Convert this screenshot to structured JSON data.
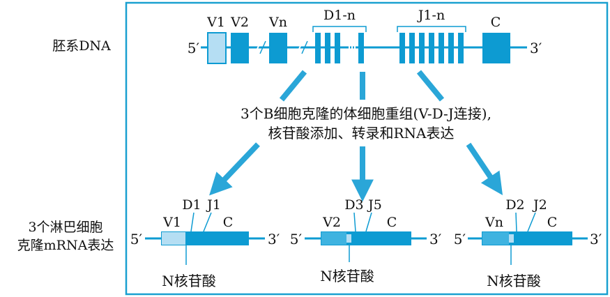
{
  "left_labels": {
    "germline": "胚系DNA",
    "mrna_line1": "3个淋巴细胞",
    "mrna_line2": "克隆mRNA表达"
  },
  "germline": {
    "five_prime": "5′",
    "three_prime": "3′",
    "v1": "V1",
    "v2": "V2",
    "vn": "Vn",
    "d_group": "D1-n",
    "j_group": "J1-n",
    "c": "C"
  },
  "process": {
    "line1": "3个B细胞克隆的体细胞重组(V-D-J连接),",
    "line2": "核苷酸添加、转录和RNA表达"
  },
  "clones": [
    {
      "five_prime": "5′",
      "three_prime": "3′",
      "v": "V1",
      "d": "D1",
      "j": "J1",
      "c": "C",
      "n_label": "N核苷酸"
    },
    {
      "five_prime": "5′",
      "three_prime": "3′",
      "v": "V2",
      "d": "D3",
      "j": "J5",
      "c": "C",
      "n_label": "N核苷酸"
    },
    {
      "five_prime": "5′",
      "three_prime": "3′",
      "v": "Vn",
      "d": "D2",
      "j": "J2",
      "c": "C",
      "n_label": "N核苷酸"
    }
  ],
  "colors": {
    "frame": "#1aa0d0",
    "segment": "#0d9bd2",
    "light_segment": "#b5def3",
    "mid_segment": "#3fb3e0"
  }
}
